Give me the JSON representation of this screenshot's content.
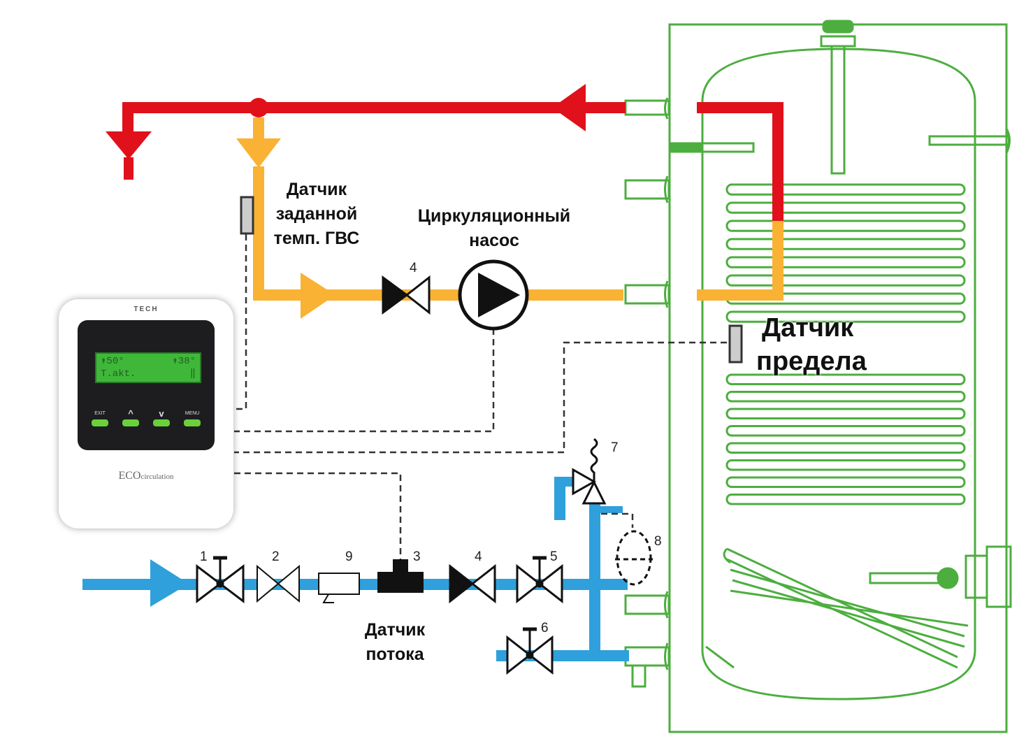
{
  "labels": {
    "set_temp_sensor": [
      "Датчик",
      "заданной",
      "темп. ГВС"
    ],
    "circulation_pump": [
      "Циркуляционный",
      "насос"
    ],
    "limit_sensor": [
      "Датчик",
      "предела"
    ],
    "flow_sensor": [
      "Датчик",
      "потока"
    ]
  },
  "numbers": {
    "n1": "1",
    "n2": "2",
    "n3": "3",
    "n4a": "4",
    "n4b": "4",
    "n5": "5",
    "n6": "6",
    "n7": "7",
    "n8": "8",
    "n9": "9"
  },
  "controller": {
    "brand": "TECH",
    "lcd_line1_left": "↟50°",
    "lcd_line1_right": "↟38°",
    "lcd_line2_left": "T.akt.",
    "lcd_line2_right": "‖",
    "buttons": [
      "EXIT",
      "^",
      "v",
      "MENU"
    ],
    "logo_big": "ECO",
    "logo_small": "circulation"
  },
  "colors": {
    "hot": "#e0111b",
    "circulation": "#f9b233",
    "cold": "#2fa0dc",
    "tank": "#4cae3f",
    "wire": "#333333"
  }
}
